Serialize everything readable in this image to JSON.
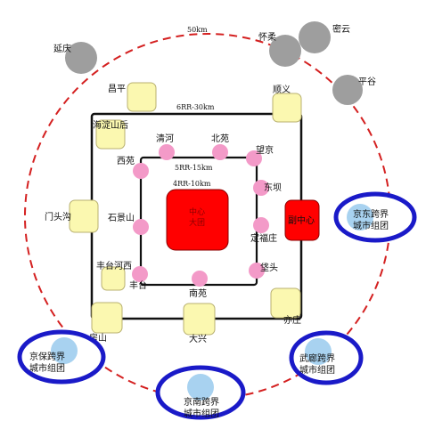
{
  "rings": {
    "outer": "50km",
    "r6": "6RR-30km",
    "r5": "5RR-15km",
    "r4": "4RR-10km"
  },
  "center": {
    "line1": "中心",
    "line2": "大团"
  },
  "subcenter": {
    "line1": "副中心"
  },
  "outer_cities": {
    "yanqing": "延庆",
    "huairou": "怀柔",
    "miyun": "密云",
    "pinggu": "平谷"
  },
  "yellow_nodes": {
    "changping": "昌平",
    "shunyi": "顺义",
    "haidian": "海淀山后",
    "mentougou": "门头沟",
    "fengtaihexi": "丰台河西",
    "fangshan": "房山",
    "daxing": "大兴",
    "yizhuang": "亦庄"
  },
  "pink_nodes": {
    "xiyuan": "西苑",
    "qinghe": "清河",
    "beiyuan": "北苑",
    "wangjing": "望京",
    "dongba": "东坝",
    "dingfuzhuang": "定福庄",
    "huatou": "垡头",
    "nanyuan": "南苑",
    "fengtai": "丰台",
    "shijingshan": "石景山"
  },
  "clusters": {
    "jingdong": {
      "line1": "京东跨界",
      "line2": "城市组团"
    },
    "jingbao": {
      "line1": "京保跨界",
      "line2": "城市组团"
    },
    "jingnan": {
      "line1": "京南跨界",
      "line2": "城市组团"
    },
    "wulang": {
      "line1": "武廊跨界",
      "line2": "城市组团"
    }
  },
  "colors": {
    "dashed_ring": "#d42020",
    "yellow": "#fbf8b0",
    "pink": "#f39ac8",
    "gray": "#9e9e9e",
    "red": "#ff0000",
    "blue_ring": "#1a1ac8",
    "light_blue": "#a8d2f0"
  }
}
